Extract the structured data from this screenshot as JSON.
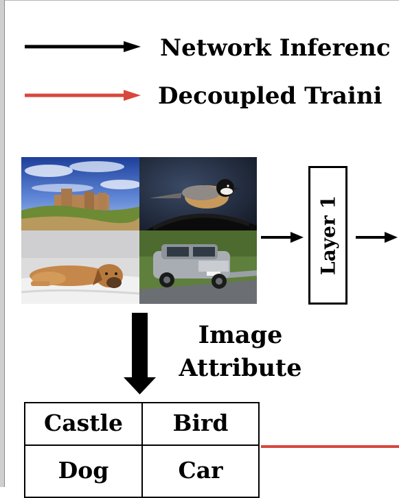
{
  "legend": [
    {
      "label": "Network Inferenc",
      "arrow_color": "#000000"
    },
    {
      "label": "Decoupled Traini",
      "arrow_color": "#d8473c"
    }
  ],
  "images": [
    {
      "subject": "castle"
    },
    {
      "subject": "bird"
    },
    {
      "subject": "dog"
    },
    {
      "subject": "car"
    }
  ],
  "layer": {
    "label": "Layer 1"
  },
  "attribute": {
    "line1": "Image",
    "line2": "Attribute"
  },
  "table": {
    "cells": [
      [
        "Castle",
        "Bird"
      ],
      [
        "Dog",
        "Car"
      ]
    ]
  },
  "colors": {
    "red_arrow": "#d8473c",
    "ink": "#000000"
  }
}
